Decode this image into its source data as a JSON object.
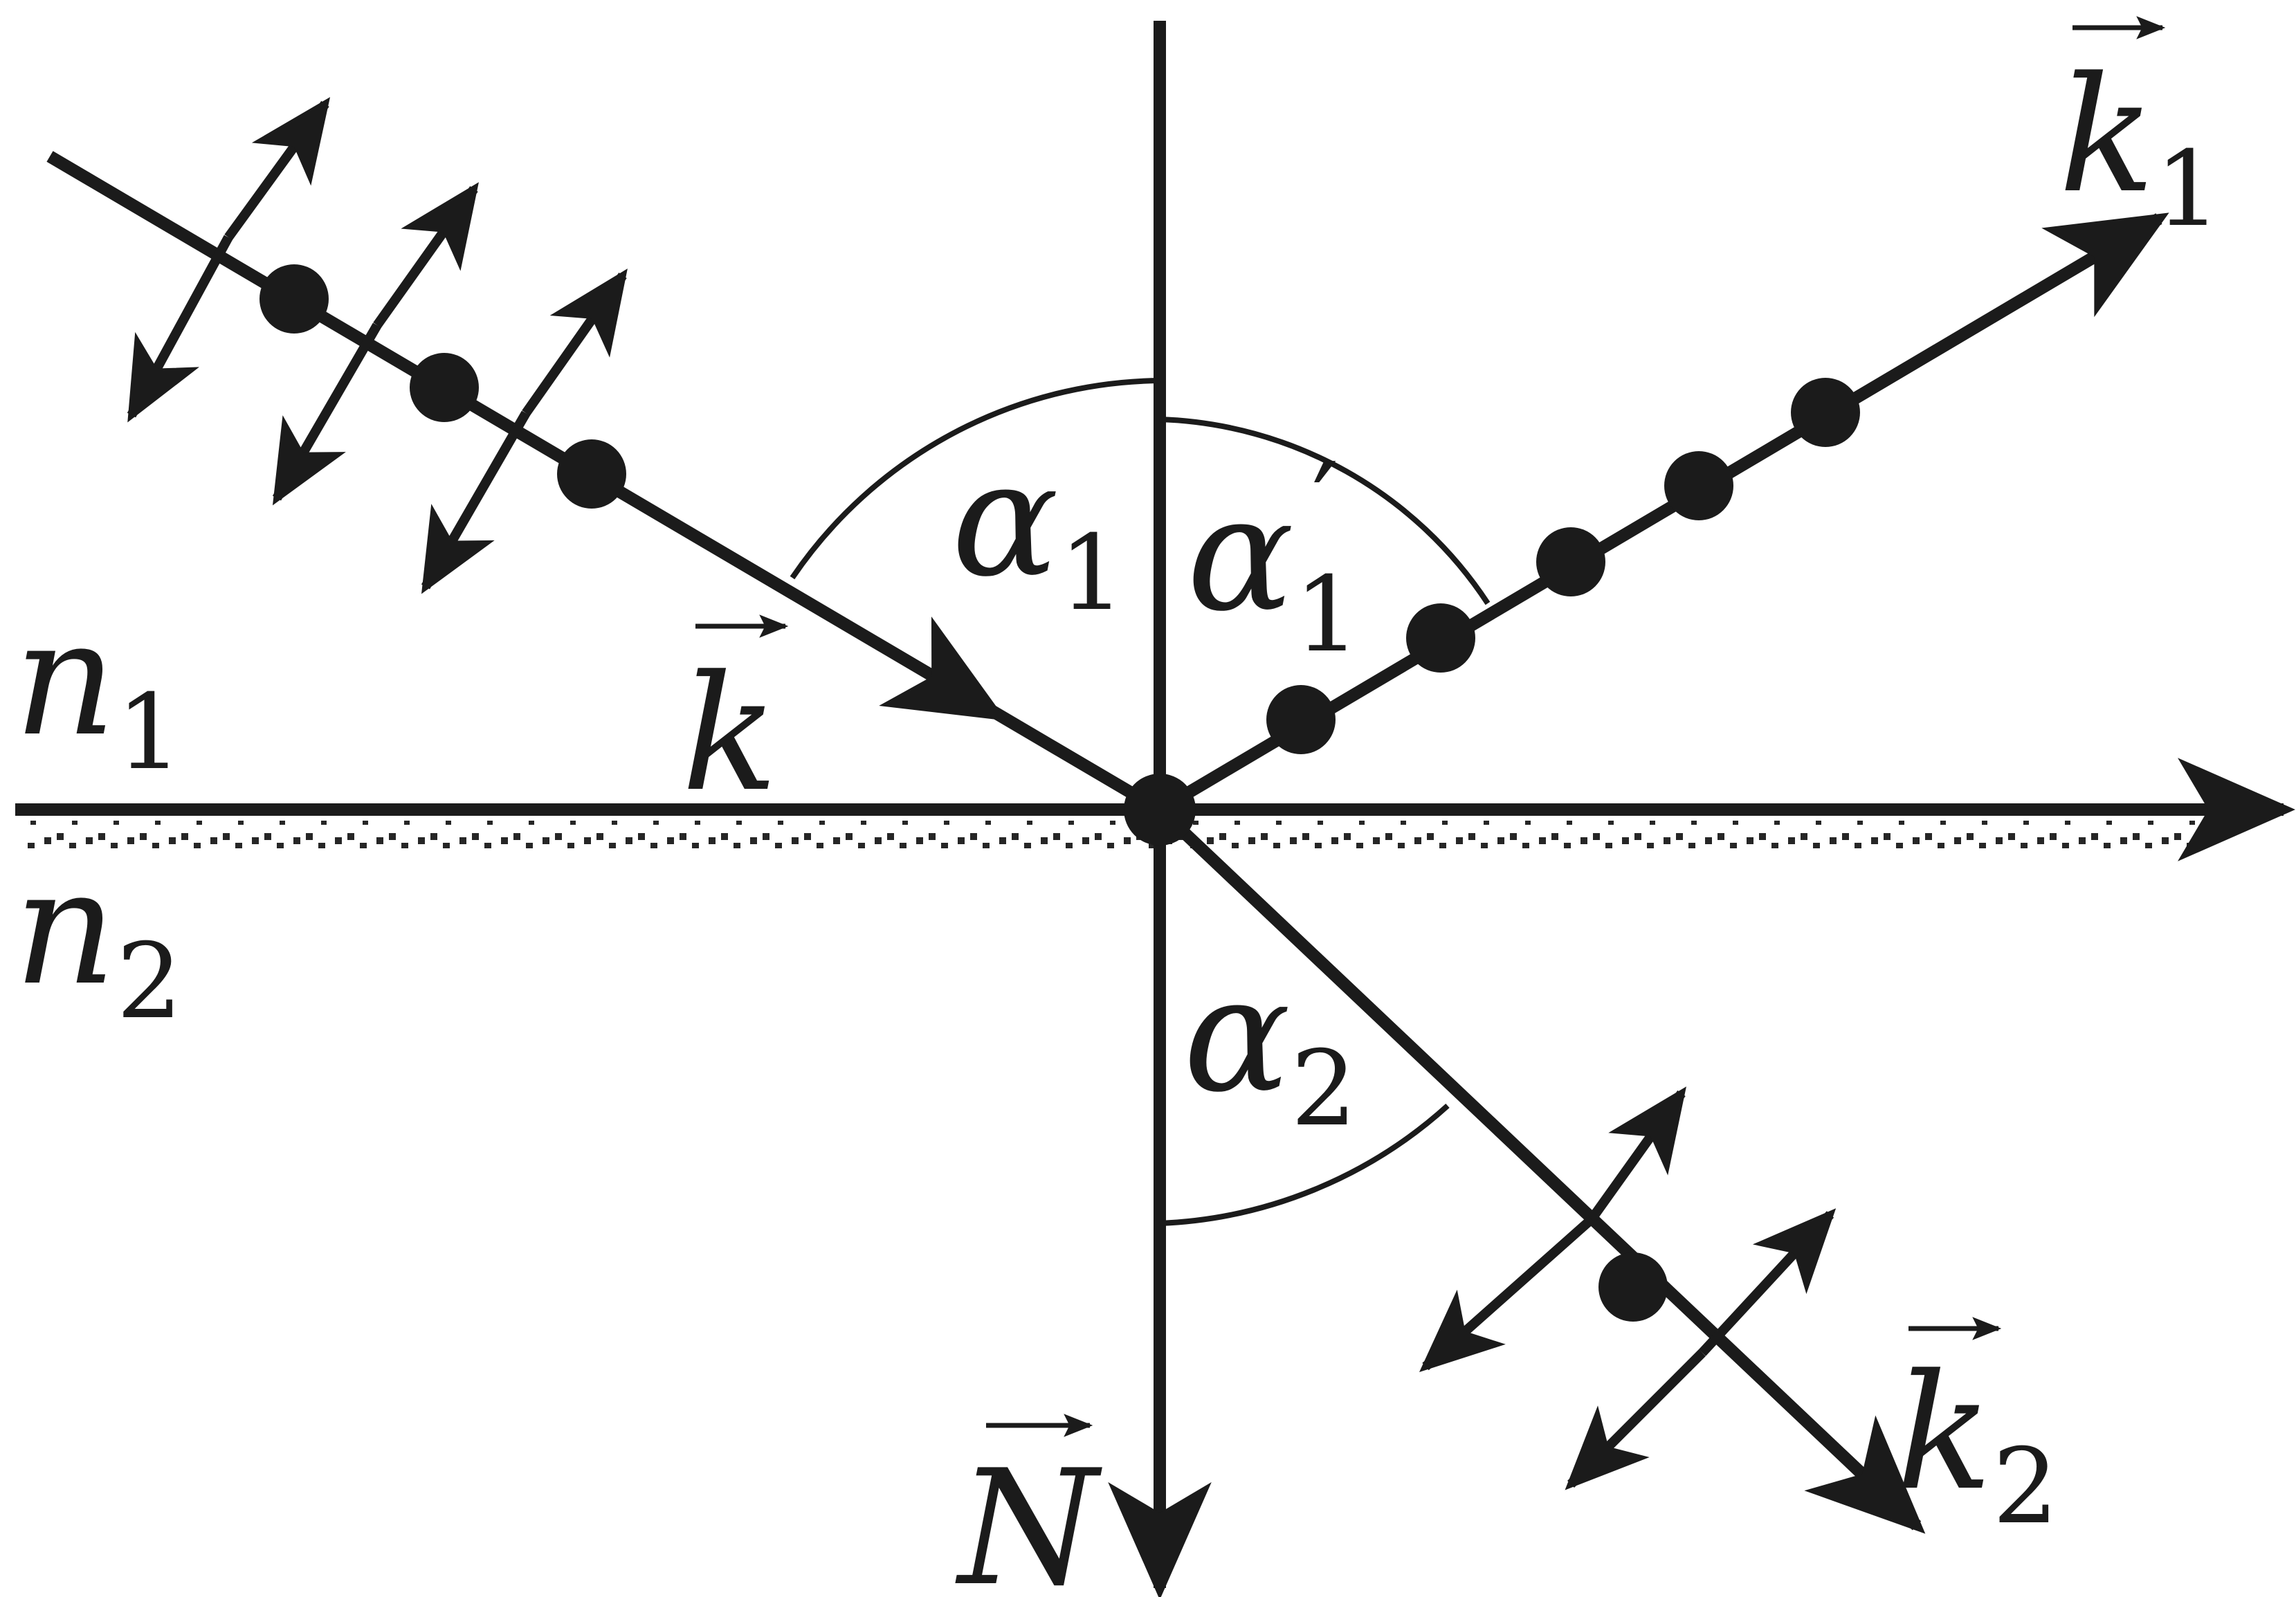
{
  "labels": {
    "n1": {
      "base": "n",
      "sub": "1"
    },
    "n2": {
      "base": "n",
      "sub": "2"
    },
    "k": {
      "base": "k",
      "sub": ""
    },
    "k1": {
      "base": "k",
      "sub": "1"
    },
    "k2": {
      "base": "k",
      "sub": "2"
    },
    "N": {
      "base": "N",
      "sub": ""
    },
    "alpha1": {
      "base": "α",
      "sub": "1"
    },
    "alpha1p": {
      "base": "α",
      "sub": "1",
      "prime": "′"
    },
    "alpha2": {
      "base": "α",
      "sub": "2"
    }
  },
  "colors": {
    "ink": "#1b1b1b",
    "background": "#ffffff"
  }
}
